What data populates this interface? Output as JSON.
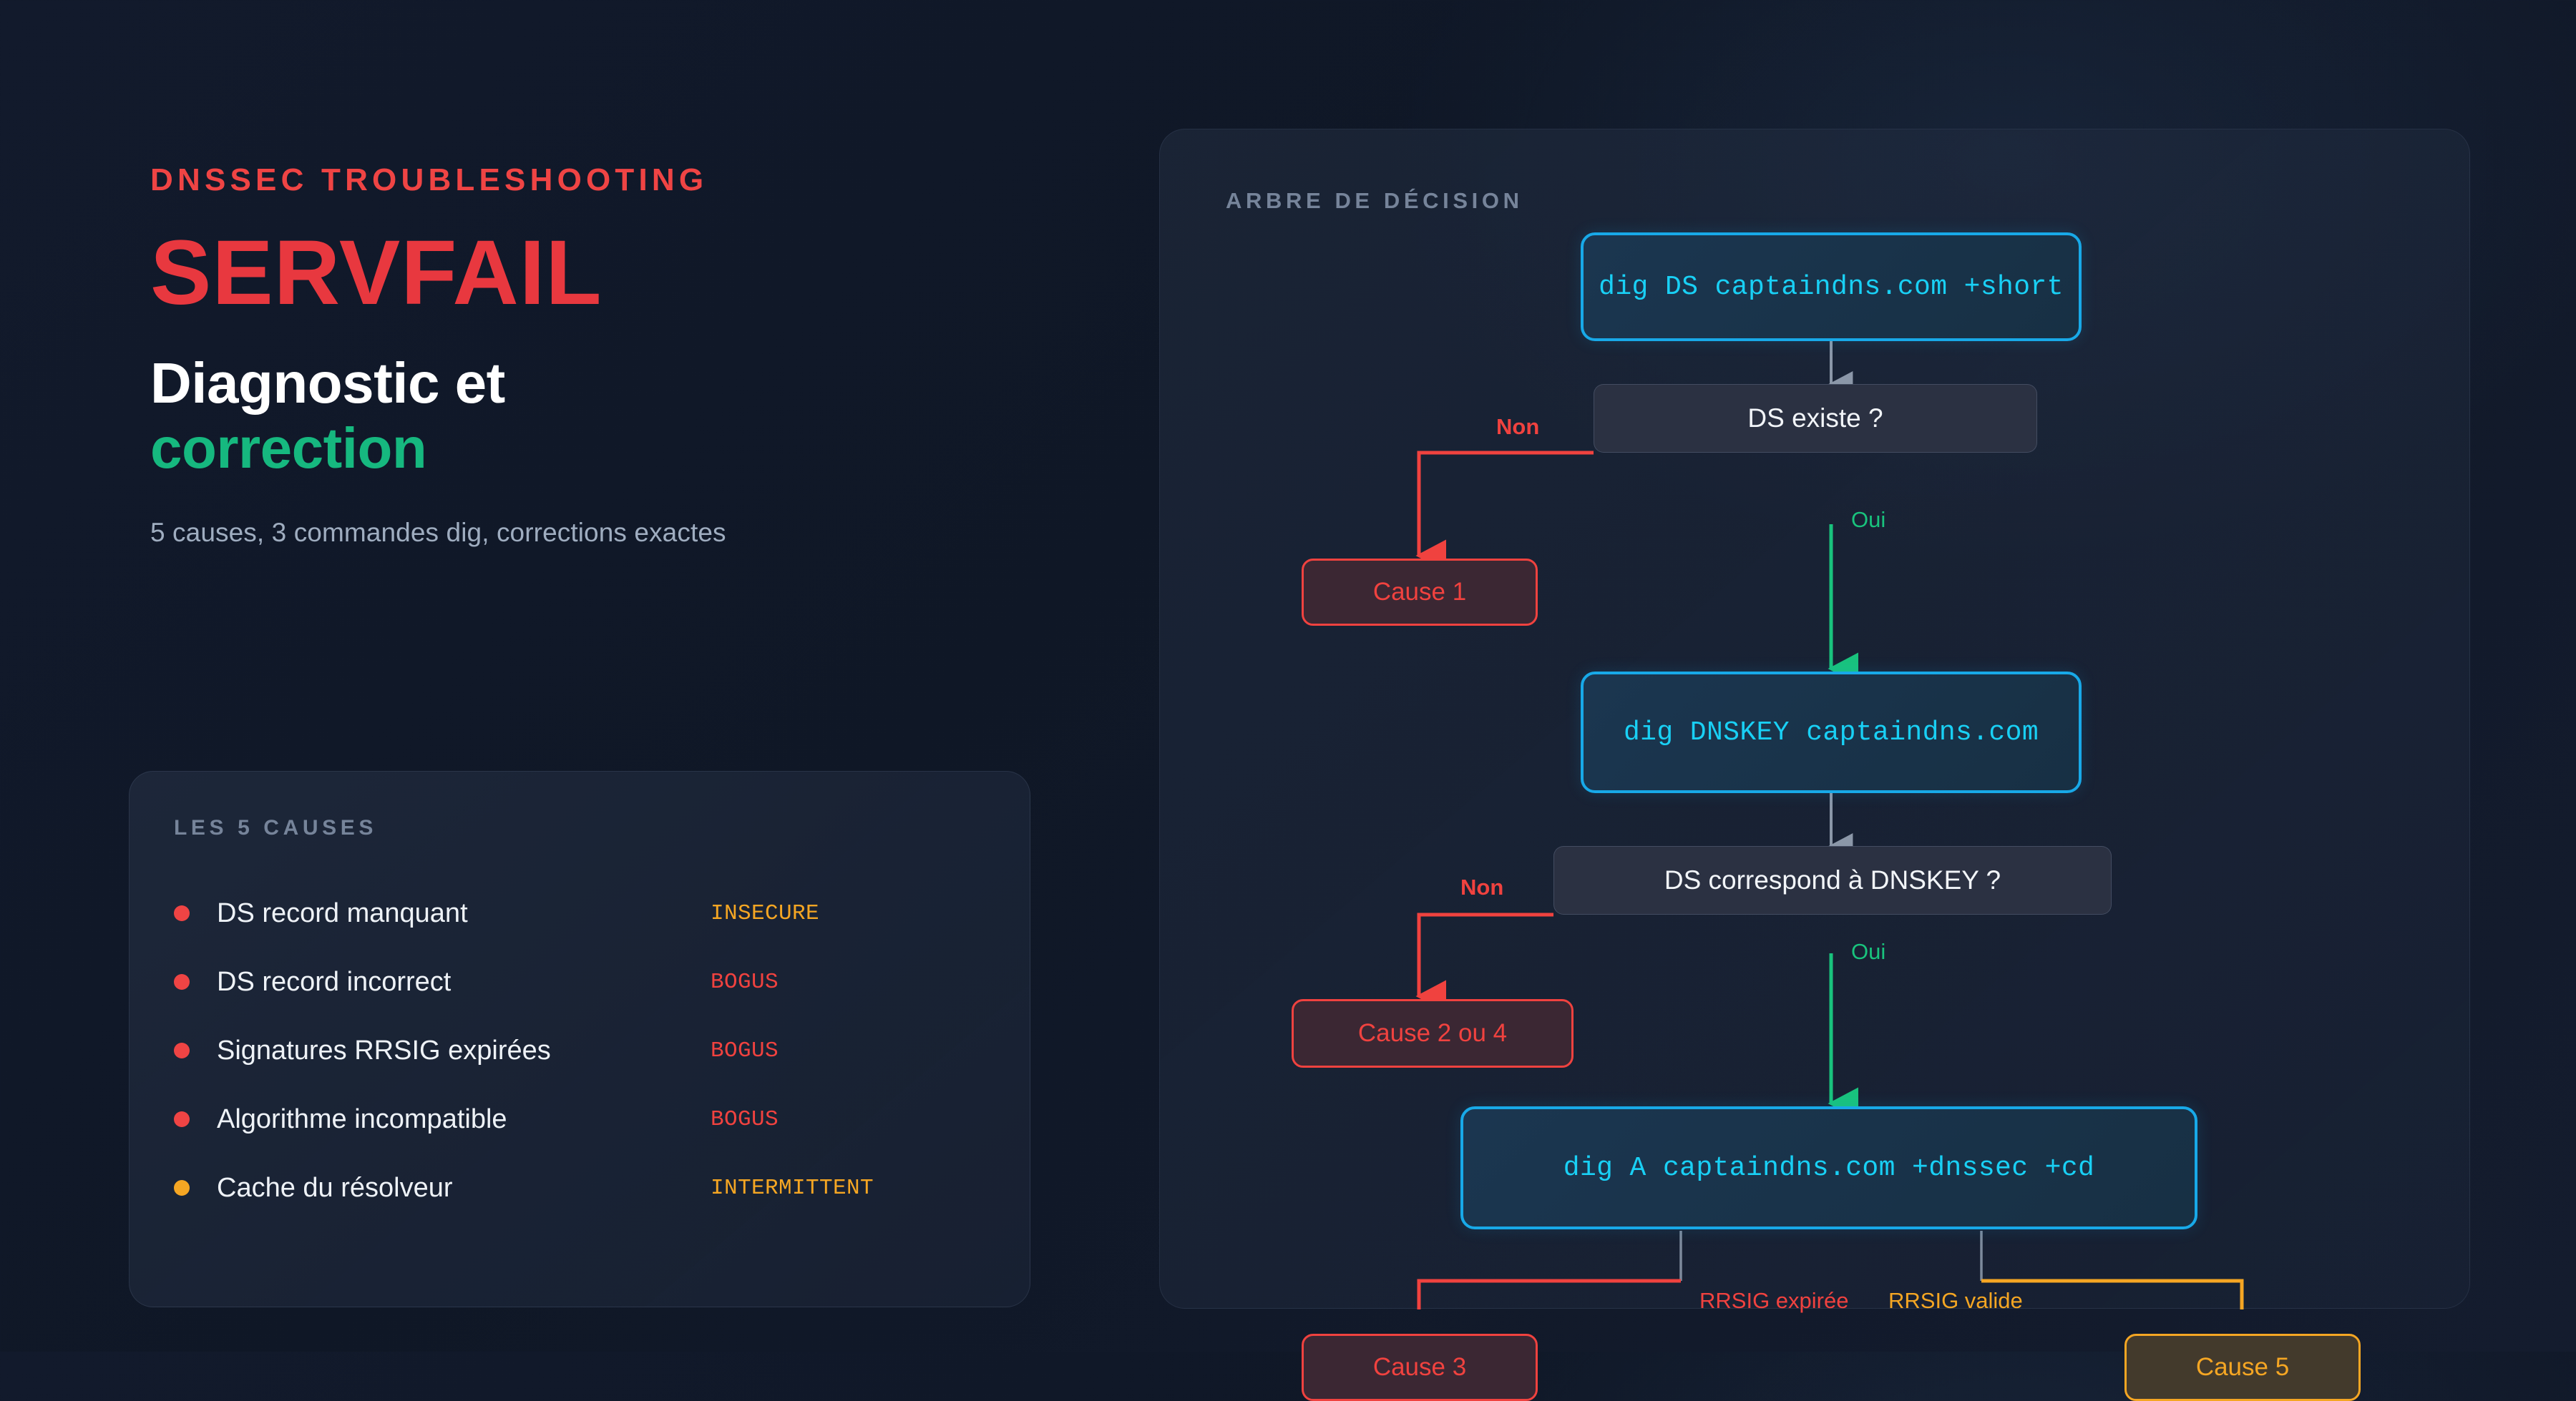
{
  "hero": {
    "eyebrow": "DNSSEC TROUBLESHOOTING",
    "keyword": "SERVFAIL",
    "headline_line1": "Diagnostic et",
    "headline_line2": "correction",
    "subtitle": "5 causes, 3 commandes dig, corrections exactes"
  },
  "causes_card": {
    "title": "LES 5 CAUSES",
    "items": [
      {
        "label": "DS record manquant",
        "tag": "INSECURE",
        "dot": "red",
        "tag_kind": "insecure"
      },
      {
        "label": "DS record incorrect",
        "tag": "BOGUS",
        "dot": "red",
        "tag_kind": "bogus"
      },
      {
        "label": "Signatures RRSIG expirées",
        "tag": "BOGUS",
        "dot": "red",
        "tag_kind": "bogus"
      },
      {
        "label": "Algorithme incompatible",
        "tag": "BOGUS",
        "dot": "red",
        "tag_kind": "bogus"
      },
      {
        "label": "Cache du résolveur",
        "tag": "INTERMITTENT",
        "dot": "amber",
        "tag_kind": "intermittent"
      }
    ]
  },
  "tree": {
    "title": "ARBRE DE DÉCISION",
    "cmd1": "dig DS captaindns.com +short",
    "q1": "DS existe ?",
    "cause1": "Cause 1",
    "edge_no_1": "Non",
    "edge_yes_1": "Oui",
    "cmd2": "dig DNSKEY captaindns.com",
    "q2": "DS correspond à DNSKEY ?",
    "cause2": "Cause 2 ou 4",
    "edge_no_2": "Non",
    "edge_yes_2": "Oui",
    "cmd3": "dig A captaindns.com +dnssec +cd",
    "edge_expired": "RRSIG expirée",
    "edge_valid": "RRSIG valide",
    "cause3": "Cause 3",
    "cause5": "Cause 5"
  },
  "colors": {
    "background": "#101828",
    "accent_red": "#ef4444",
    "accent_green": "#16b87f",
    "accent_cyan": "#18a9e8",
    "accent_amber": "#f5a623",
    "muted": "#76849a"
  }
}
